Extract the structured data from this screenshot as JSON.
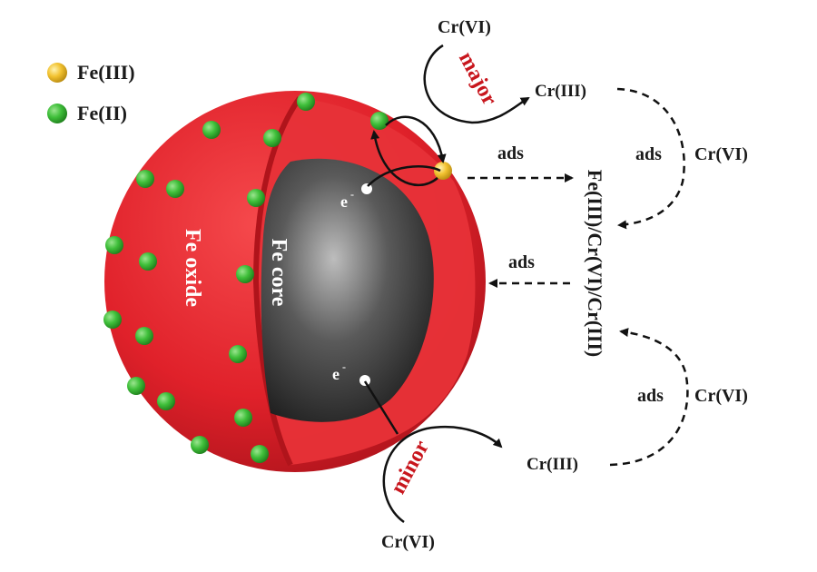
{
  "legend": {
    "fe3_label": "Fe(III)",
    "fe2_label": "Fe(II)",
    "fe3_color": "#f2c230",
    "fe2_color": "#3fbf3a"
  },
  "particle": {
    "shell_label": "Fe oxide",
    "core_label": "Fe core",
    "electron_symbol": "e",
    "electron_charge": "-",
    "shell_color": "#e0212a",
    "core_color": "#3a3a3a"
  },
  "reactions": {
    "top_source": "Cr(VI)",
    "major_label": "major",
    "top_product": "Cr(III)",
    "ads_top": "ads",
    "ads_middle": "ads",
    "right_cr6_top": "Cr(VI)",
    "ads_right_top": "ads",
    "complex_label": "Fe(III)/Cr(VI)/Cr(III)",
    "ads_right_bottom": "ads",
    "right_cr6_bottom": "Cr(VI)",
    "bottom_product": "Cr(III)",
    "minor_label": "minor",
    "bottom_source": "Cr(VI)"
  },
  "colors": {
    "accent_red": "#c8161d",
    "arrow": "#111111"
  }
}
